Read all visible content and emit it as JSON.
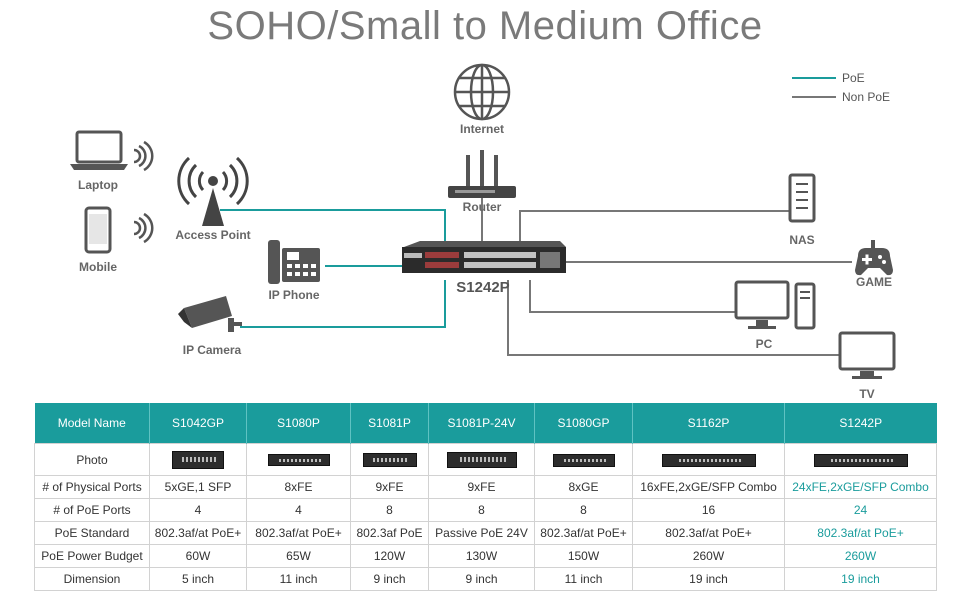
{
  "title": "SOHO/Small to Medium Office",
  "legend": {
    "poe": "PoE",
    "non_poe": "Non PoE"
  },
  "colors": {
    "poe": "#1a9c9c",
    "non_poe": "#777777",
    "header_bg": "#1a9c9c",
    "highlight": "#1a9c9c"
  },
  "devices": {
    "internet": "Internet",
    "router": "Router",
    "laptop": "Laptop",
    "mobile": "Mobile",
    "access_point": "Access Point",
    "ip_phone": "IP Phone",
    "ip_camera": "IP Camera",
    "switch": "S1242P",
    "nas": "NAS",
    "game": "GAME",
    "pc": "PC",
    "tv": "TV"
  },
  "table": {
    "headers": [
      "Model Name",
      "S1042GP",
      "S1080P",
      "S1081P",
      "S1081P-24V",
      "S1080GP",
      "S1162P",
      "S1242P"
    ],
    "photo_label": "Photo",
    "rows": [
      {
        "label": "# of Physical Ports",
        "cells": [
          "5xGE,1 SFP",
          "8xFE",
          "9xFE",
          "9xFE",
          "8xGE",
          "16xFE,2xGE/SFP Combo",
          "24xFE,2xGE/SFP Combo"
        ]
      },
      {
        "label": "# of PoE Ports",
        "cells": [
          "4",
          "4",
          "8",
          "8",
          "8",
          "16",
          "24"
        ]
      },
      {
        "label": "PoE Standard",
        "cells": [
          "802.3af/at PoE+",
          "802.3af/at PoE+",
          "802.3af PoE",
          "Passive PoE 24V",
          "802.3af/at PoE+",
          "802.3af/at PoE+",
          "802.3af/at PoE+"
        ]
      },
      {
        "label": "PoE Power Budget",
        "cells": [
          "60W",
          "65W",
          "120W",
          "130W",
          "150W",
          "260W",
          "260W"
        ]
      },
      {
        "label": "Dimension",
        "cells": [
          "5 inch",
          "11 inch",
          "9 inch",
          "9 inch",
          "11 inch",
          "19 inch",
          "19 inch"
        ]
      }
    ]
  }
}
